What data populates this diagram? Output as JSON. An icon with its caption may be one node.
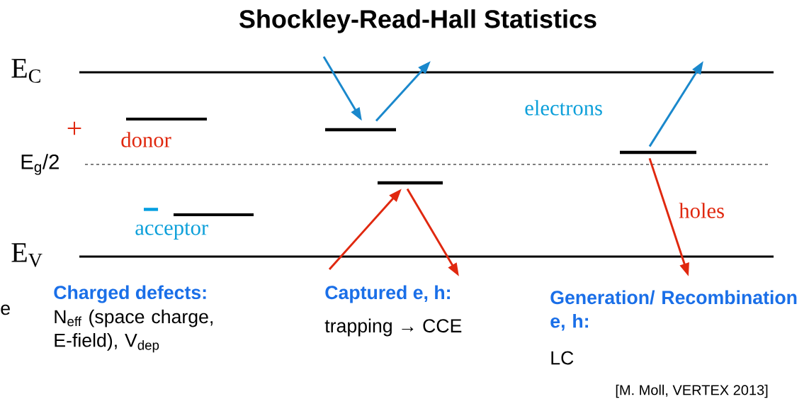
{
  "diagram": {
    "title": "Shockley-Read-Hall Statistics",
    "nodes": [
      {
        "text": [],
        "shape": "bar"
      },
      {
        "text": [],
        "shape": "bar"
      },
      {
        "text": [],
        "shape": "bar"
      }
    ],
    "edges": [
      {
        "from": null,
        "to": 0,
        "arrow": "to",
        "color": "#1a88cc"
      },
      {
        "from": 0,
        "to": null,
        "arrow": "to",
        "color": "#1a88cc"
      },
      {
        "from": null,
        "to": 1,
        "arrow": "to",
        "color": "#e0280f"
      },
      {
        "from": 1,
        "to": null,
        "arrow": "to",
        "color": "#e0280f"
      },
      {
        "from": 2,
        "to": null,
        "arrow": "to",
        "color": "#1a88cc"
      },
      {
        "from": 2,
        "to": null,
        "arrow": "to",
        "color": "#e0280f"
      }
    ],
    "labels": [
      "E$_{C}$",
      "+",
      "donor",
      "E$_{g}$/2",
      "−",
      "acceptor",
      "E$_{V}$",
      "electrons",
      "holes",
      "e",
      "Charged defects:",
      "N$_{eff}$ (space charge, E-field), V$_{dep}$",
      "Captured e, h:",
      "trapping → CCE",
      "Generation/ Recombination e, h:",
      "LC",
      "[M. Moll, VERTEX 2013]"
    ]
  }
}
